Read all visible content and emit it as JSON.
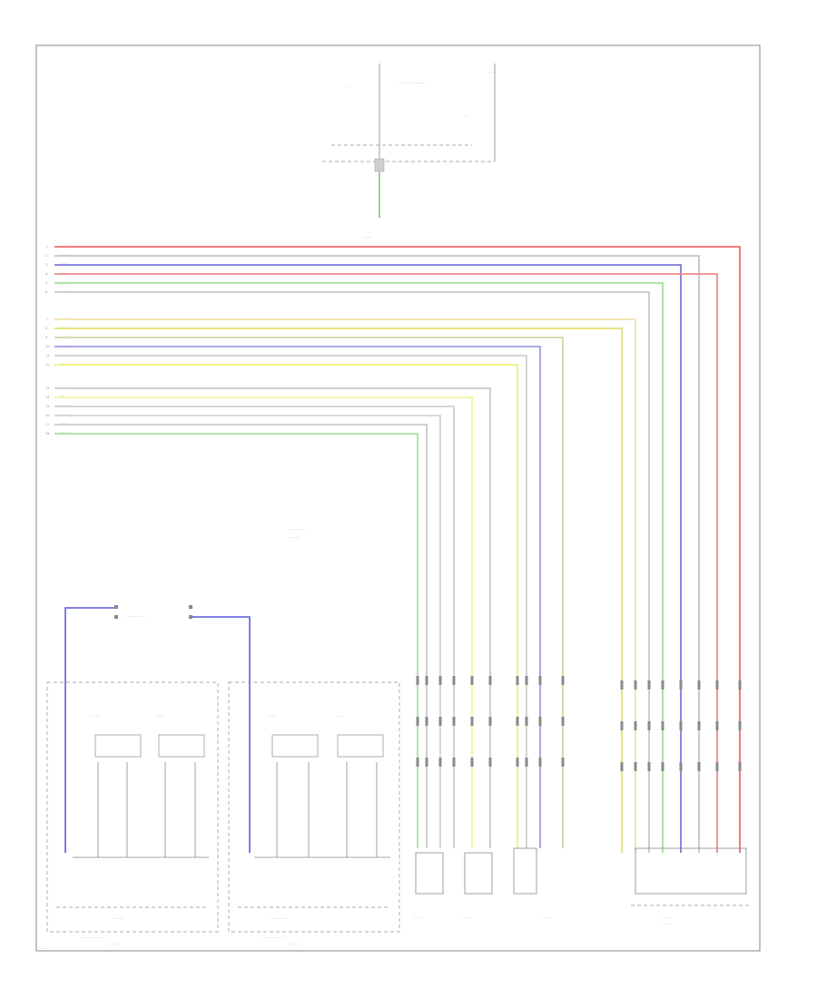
{
  "diagram": {
    "corner_label": "......",
    "top": {
      "ground_label": ".....",
      "module_title": "........ ...........",
      "side_label": "........",
      "splice_label": "....",
      "bus_title": "......"
    },
    "wires": [
      {
        "color": "#f06a6a",
        "label": "......",
        "num": "1"
      },
      {
        "color": "#c4c4c4",
        "label": ".......",
        "num": "2"
      },
      {
        "color": "#7b7bdf",
        "label": "......",
        "num": "3"
      },
      {
        "color": "#ee8a8a",
        "label": "......",
        "num": "4"
      },
      {
        "color": "#a6e09a",
        "label": "......",
        "num": "5"
      },
      {
        "color": "#c8c8c8",
        "label": "......",
        "num": "6"
      },
      {
        "color": "#efe6a6",
        "label": "......",
        "num": "7"
      },
      {
        "color": "#e4e070",
        "label": "......",
        "num": "8"
      },
      {
        "color": "#d6d6a0",
        "label": "......",
        "num": "9"
      },
      {
        "color": "#9d9de4",
        "label": "......",
        "num": "10"
      },
      {
        "color": "#cfcfcf",
        "label": "......",
        "num": "11"
      },
      {
        "color": "#f0f07a",
        "label": "...",
        "num": "12"
      },
      {
        "color": "#c9c9c9",
        "label": "......",
        "num": "13"
      },
      {
        "color": "#f3f3a0",
        "label": "...",
        "num": "14"
      },
      {
        "color": "#cfcfcf",
        "label": "......",
        "num": "15"
      },
      {
        "color": "#d4d4d4",
        "label": "......",
        "num": "16"
      },
      {
        "color": "#c9c9c9",
        "label": "......",
        "num": "17"
      },
      {
        "color": "#a8e0a0",
        "label": "......",
        "num": "18"
      }
    ],
    "notes": [
      "... ........ ...",
      "... ......"
    ],
    "ground_module_label": "......... ........",
    "modules": [
      {
        "name": "module-left",
        "title": "..........",
        "subtitle": "......... ...........",
        "sub2": "... ......"
      },
      {
        "name": "module-center-left",
        "title": "........ .......",
        "subtitle": "......... ...........",
        "sub2": "... ......"
      }
    ],
    "bottom_labels": [
      ".......",
      ".......",
      "........",
      "........",
      "........"
    ],
    "relay_labels": [
      "........",
      "........",
      "........",
      "........"
    ]
  }
}
